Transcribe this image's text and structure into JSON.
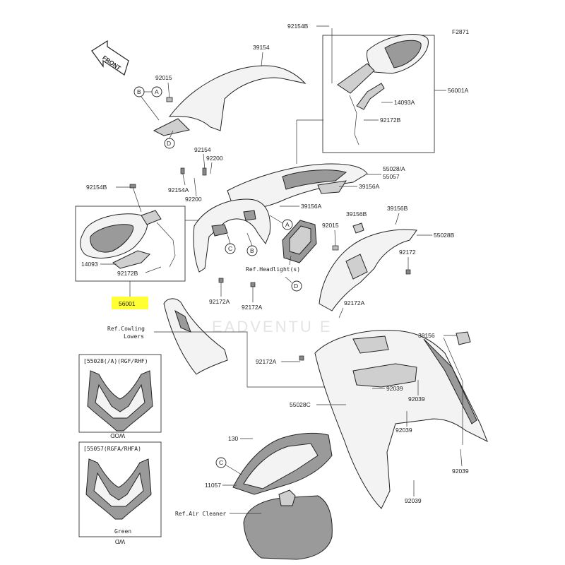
{
  "diagram_code": "F2871",
  "front_label": "FRONT",
  "watermark": "EADVENTU E",
  "highlight_color": "#ffff33",
  "parts": {
    "p39154": "39154",
    "p92015_top": "92015",
    "p92154b_top": "92154B",
    "p56001a": "56001A",
    "p14093a": "14093A",
    "p92172b_top": "92172B",
    "p92154": "92154",
    "p92200_a": "92200",
    "p92154a": "92154A",
    "p92200_b": "92200",
    "p55028a": "55028/A",
    "p55057": "55057",
    "p39156a_1": "39156A",
    "p39156a_2": "39156A",
    "p92154b_left": "92154B",
    "p14093": "14093",
    "p92172b_left": "92172B",
    "p56001": "56001",
    "p39156b_1": "39156B",
    "p39156b_2": "39156B",
    "p92015_mid": "92015",
    "p55028b": "55028B",
    "p92172_right": "92172",
    "p92172a_1": "92172A",
    "p92172a_2": "92172A",
    "p92172a_3": "92172A",
    "p92172a_4": "92172A",
    "p39156": "39156",
    "p92039_1": "92039",
    "p92039_2": "92039",
    "p55028c": "55028C",
    "p92039_3": "92039",
    "p92039_4": "92039",
    "p92039_5": "92039",
    "p130": "130",
    "p11057": "11057"
  },
  "refs": {
    "headlight": "Ref.Headlight(s)",
    "cowling_line1": "Ref.Cowling",
    "cowling_line2": "Lowers",
    "air_cleaner": "Ref.Air Cleaner"
  },
  "callouts": {
    "a1": "A",
    "a2": "A",
    "b1": "B",
    "b2": "B",
    "c1": "C",
    "c2": "C",
    "d1": "D",
    "d2": "D"
  },
  "variants": {
    "v1_title": "[55028(/A)(RGF/RHF)",
    "v1_caption": "WOD",
    "v2_title": "[55057(RGFA/RHFA)",
    "v2_caption_color": "Green",
    "v2_caption": "WD"
  }
}
